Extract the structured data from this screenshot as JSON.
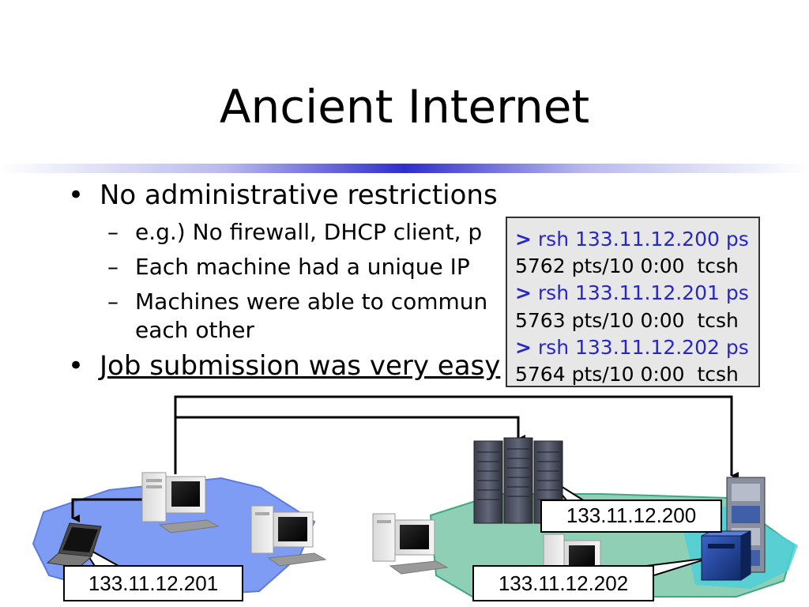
{
  "slide": {
    "title": "Ancient Internet",
    "bullets": [
      {
        "text": "No administrative restrictions",
        "sub": [
          "e.g.) No firewall, DHCP client, p",
          "Each machine had a unique IP",
          "Machines were able to commun",
          "each other"
        ]
      },
      {
        "text": "Job submission was very easy"
      }
    ]
  },
  "terminal": {
    "lines": [
      {
        "type": "cmd",
        "prompt": ">",
        "text": " rsh 133.11.12.200 ps"
      },
      {
        "type": "out",
        "text": "5762 pts/10 0:00  tcsh"
      },
      {
        "type": "cmd",
        "prompt": ">",
        "text": " rsh 133.11.12.201 ps"
      },
      {
        "type": "out",
        "text": "5763 pts/10 0:00  tcsh"
      },
      {
        "type": "cmd",
        "prompt": ">",
        "text": " rsh 133.11.12.202 ps"
      },
      {
        "type": "out",
        "text": "5764 pts/10 0:00  tcsh"
      }
    ]
  },
  "labels": {
    "host_200": "133.11.12.200",
    "host_201": "133.11.12.201",
    "host_202": "133.11.12.202"
  },
  "colors": {
    "left_network": "#7f9cf5",
    "right_network": "#8fcfb6",
    "right_network_inner": "#4fd0d8",
    "accent_rule": "#2e2ecc",
    "command_text": "#2727c9"
  },
  "icons": [
    "desktop-pc-icon",
    "laptop-icon",
    "server-rack-icon",
    "tower-server-icon"
  ]
}
